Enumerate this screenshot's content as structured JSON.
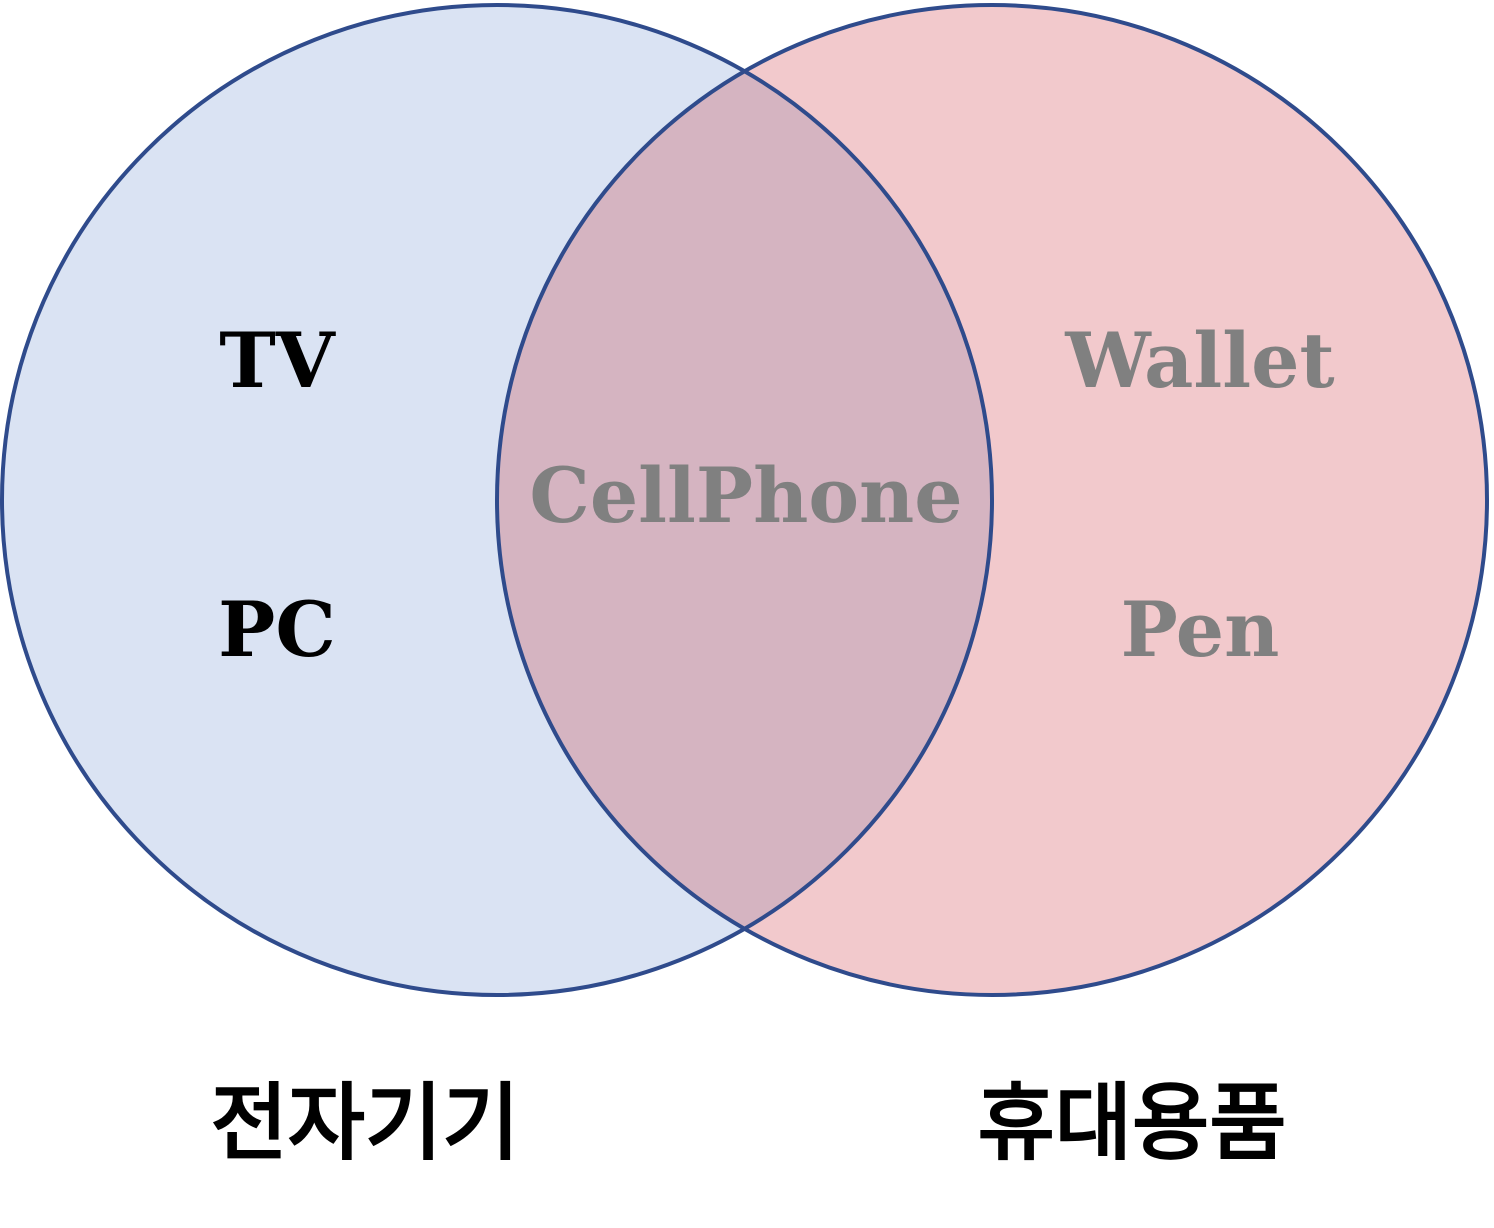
{
  "diagram": {
    "type": "venn",
    "sets": [
      {
        "id": "left",
        "label": "전자기기",
        "fill": "#dae3f3",
        "items": [
          {
            "text": "TV",
            "color": "#000000"
          },
          {
            "text": "PC",
            "color": "#000000"
          }
        ]
      },
      {
        "id": "right",
        "label": "휴대용품",
        "fill": "#f2c9cc",
        "items": [
          {
            "text": "Wallet",
            "color": "#808080"
          },
          {
            "text": "Pen",
            "color": "#808080"
          }
        ]
      }
    ],
    "intersection": {
      "fill": "#d5b4c1",
      "items": [
        {
          "text": "CellPhone",
          "color": "#808080"
        }
      ]
    },
    "stroke_color": "#2f4b8c"
  }
}
